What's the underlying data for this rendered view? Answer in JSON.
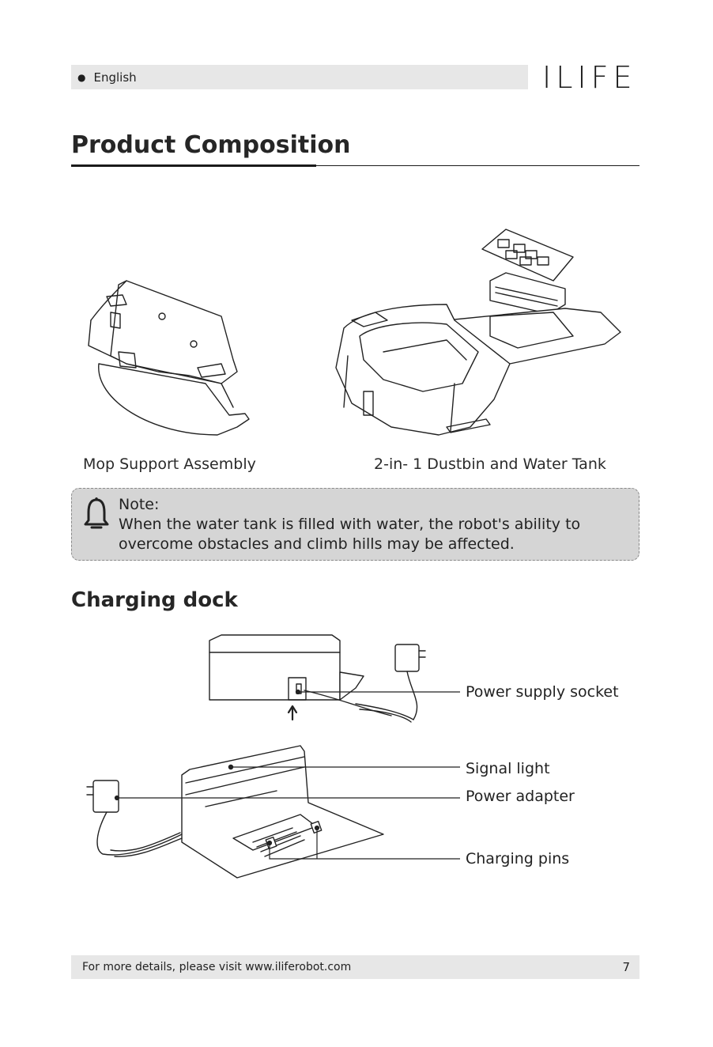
{
  "header": {
    "language": "English",
    "logo": "ILIFE"
  },
  "section1": {
    "title": "Product Composition",
    "captions": {
      "mop": "Mop Support Assembly",
      "dustbin": "2-in- 1 Dustbin and Water Tank"
    }
  },
  "note": {
    "title": "Note:",
    "line1": "When the water tank is filled with water, the robot's ability to",
    "line2": "overcome obstacles and climb hills may be affected.",
    "icon": "bell-icon"
  },
  "section2": {
    "title": "Charging dock",
    "callouts": {
      "power_socket": "Power supply socket",
      "signal_light": "Signal light",
      "power_adapter": "Power adapter",
      "charging_pins": "Charging pins"
    }
  },
  "footer": {
    "text": "For more details, please visit www.iliferobot.com",
    "page": "7"
  }
}
